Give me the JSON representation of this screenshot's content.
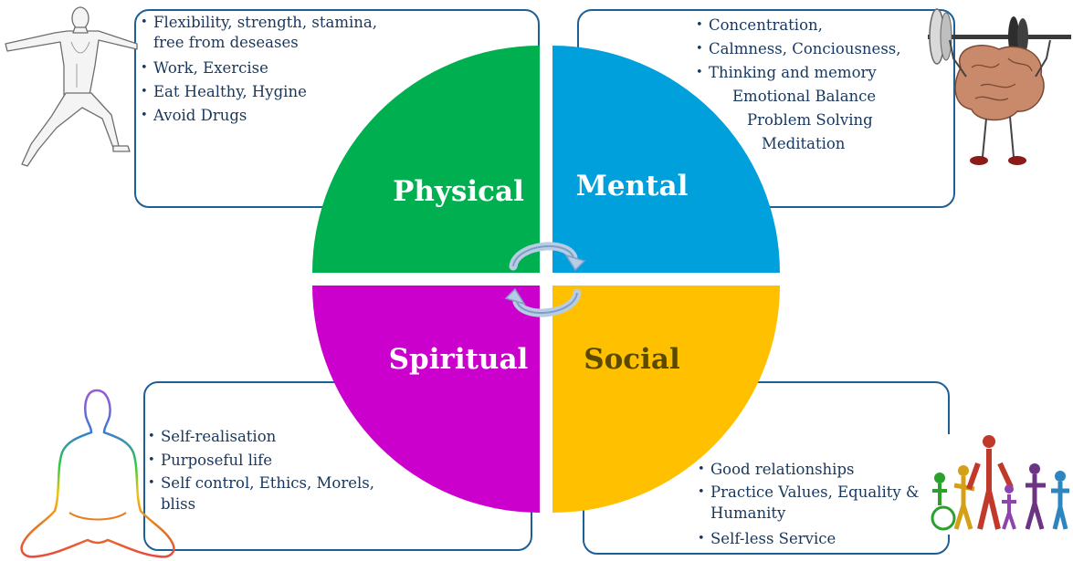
{
  "quadrants": {
    "physical": {
      "label": "Physical",
      "color": "#00b050"
    },
    "mental": {
      "label": "Mental",
      "color": "#00a0dc"
    },
    "spiritual": {
      "label": "Spiritual",
      "color": "#cc00cc"
    },
    "social": {
      "label": "Social",
      "color": "#ffc000"
    }
  },
  "physical_points": [
    "Flexibility, strength,  stamina,",
    "free from deseases",
    "Work, Exercise",
    "Eat Healthy, Hygine",
    "Avoid Drugs"
  ],
  "mental_points": [
    "Concentration,",
    "Calmness, Conciousness,",
    "Thinking and memory",
    "Emotional Balance",
    "Problem Solving",
    "Meditation"
  ],
  "spiritual_points": [
    "Self-realisation",
    "Purposeful life",
    "Self control, Ethics, Morels,",
    "bliss"
  ],
  "social_points": [
    "Good relationships",
    "Practice Values, Equality &",
    "Humanity",
    "Self-less Service"
  ],
  "icons": {
    "yoga": "yoga-figure-icon",
    "brain": "brain-lifting-icon",
    "meditation": "meditation-figure-icon",
    "family": "family-group-icon"
  }
}
